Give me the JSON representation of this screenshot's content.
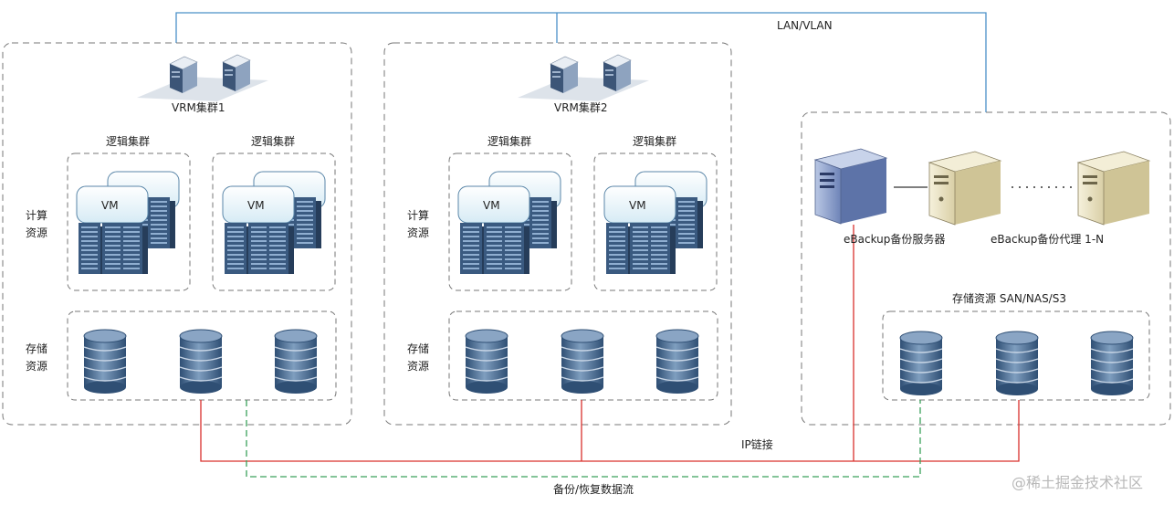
{
  "network": {
    "lan_label": "LAN/VLAN",
    "ip_label": "IP链接",
    "backup_flow_label": "备份/恢复数据流"
  },
  "sites": [
    {
      "vrm_cluster": "VRM集群1",
      "logical_clusters": [
        "逻辑集群",
        "逻辑集群"
      ],
      "compute_label": [
        "计算",
        "资源"
      ],
      "storage_label": [
        "存储",
        "资源"
      ],
      "vm_labels": [
        "VM",
        "VM"
      ]
    },
    {
      "vrm_cluster": "VRM集群2",
      "logical_clusters": [
        "逻辑集群",
        "逻辑集群"
      ],
      "compute_label": [
        "计算",
        "资源"
      ],
      "storage_label": [
        "存储",
        "资源"
      ],
      "vm_labels": [
        "VM",
        "VM"
      ]
    }
  ],
  "backup": {
    "server_label": "eBackup备份服务器",
    "proxy_label": "eBackup备份代理  1-N",
    "storage_label": "存储资源 SAN/NAS/S3"
  },
  "watermark": "@稀土掘金技术社区",
  "colors": {
    "lan_line": "#4a90c8",
    "ip_line": "#d9302c",
    "backup_line": "#3aa05a",
    "dashed_border": "#777777",
    "storage_fill": "#4a6e95"
  }
}
